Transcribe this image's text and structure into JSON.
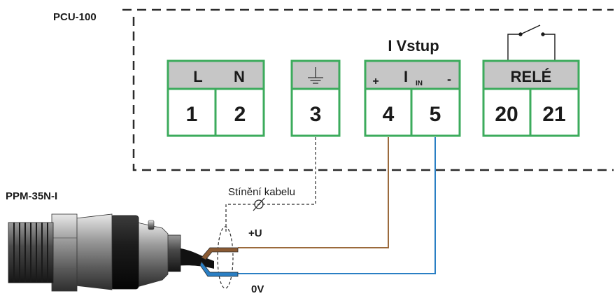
{
  "device_label": "PCU-100",
  "sensor_label": "PPM-35N-I",
  "input_title": "I Vstup",
  "shield_label": "Stínění kabelu",
  "wire_labels": {
    "positive": "+U",
    "zero": "0V"
  },
  "terminals": {
    "power": {
      "head_left": "L",
      "head_right": "N",
      "num_left": "1",
      "num_right": "2"
    },
    "ground": {
      "num": "3",
      "icon": "ground-icon"
    },
    "input": {
      "plus": "+",
      "current": "I",
      "current_sub": "IN",
      "minus": "-",
      "num_left": "4",
      "num_right": "5"
    },
    "relay": {
      "head": "RELÉ",
      "num_left": "20",
      "num_right": "21",
      "icon": "relay-switch-icon"
    }
  },
  "colors": {
    "terminal_border": "#3cab5c",
    "terminal_header": "#c6c6c6",
    "wire_positive": "#9b6a3c",
    "wire_zero": "#2a7fc4",
    "dashed_line": "#2b2b2b"
  }
}
